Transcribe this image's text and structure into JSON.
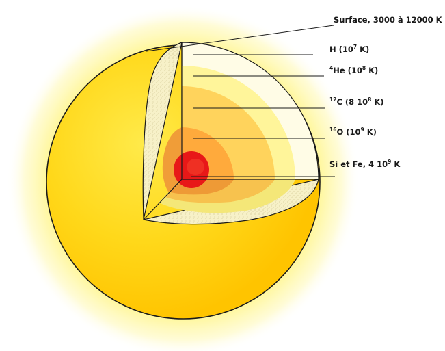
{
  "labels": [
    {
      "name": "label-surface",
      "text": "Surface, 3000 à 12000 K"
    },
    {
      "name": "label-hydrogen",
      "pre": "H (10",
      "sup": "7",
      "post": " K)"
    },
    {
      "name": "label-helium",
      "presup": "4",
      "pre": "He (10",
      "sup": "8",
      "post": " K)"
    },
    {
      "name": "label-carbon",
      "presup": "12",
      "pre": "C (8 10",
      "sup": "8",
      "post": " K)"
    },
    {
      "name": "label-oxygen",
      "presup": "16",
      "pre": "O (10",
      "sup": "9",
      "post": " K)"
    },
    {
      "name": "label-silicon-iron",
      "pre": "Si et Fe, 4 10",
      "sup": "9",
      "post": " K"
    }
  ],
  "colors": {
    "glow": "#fffbd0",
    "star_surface": "#ffcc00",
    "shell_hydrogen": "#fffce0",
    "shell_helium": "#fff59a",
    "shell_carbon": "#ffd35c",
    "shell_oxygen": "#ffaa3c",
    "core_silicon_iron": "#e81818"
  }
}
